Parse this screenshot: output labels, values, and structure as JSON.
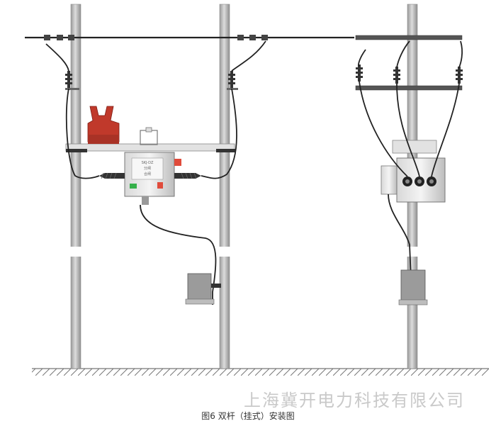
{
  "figure": {
    "watermark": "上海冀开电力科技有限公司",
    "caption": "图6 双杆（挂式）安装图"
  },
  "device": {
    "nameplate_line1": "SKJ-DZ",
    "nameplate_line2": "分闸",
    "nameplate_line3": "合闸"
  },
  "colors": {
    "pole": "#c8c8c8",
    "pole_edge": "#8a8a8a",
    "cable": "#222222",
    "pt_red": "#c0392b",
    "ground": "#777777"
  },
  "icons": [
    "red-pt-transformer-icon",
    "switch-body-icon",
    "controller-box-icon",
    "insulator-icon"
  ]
}
